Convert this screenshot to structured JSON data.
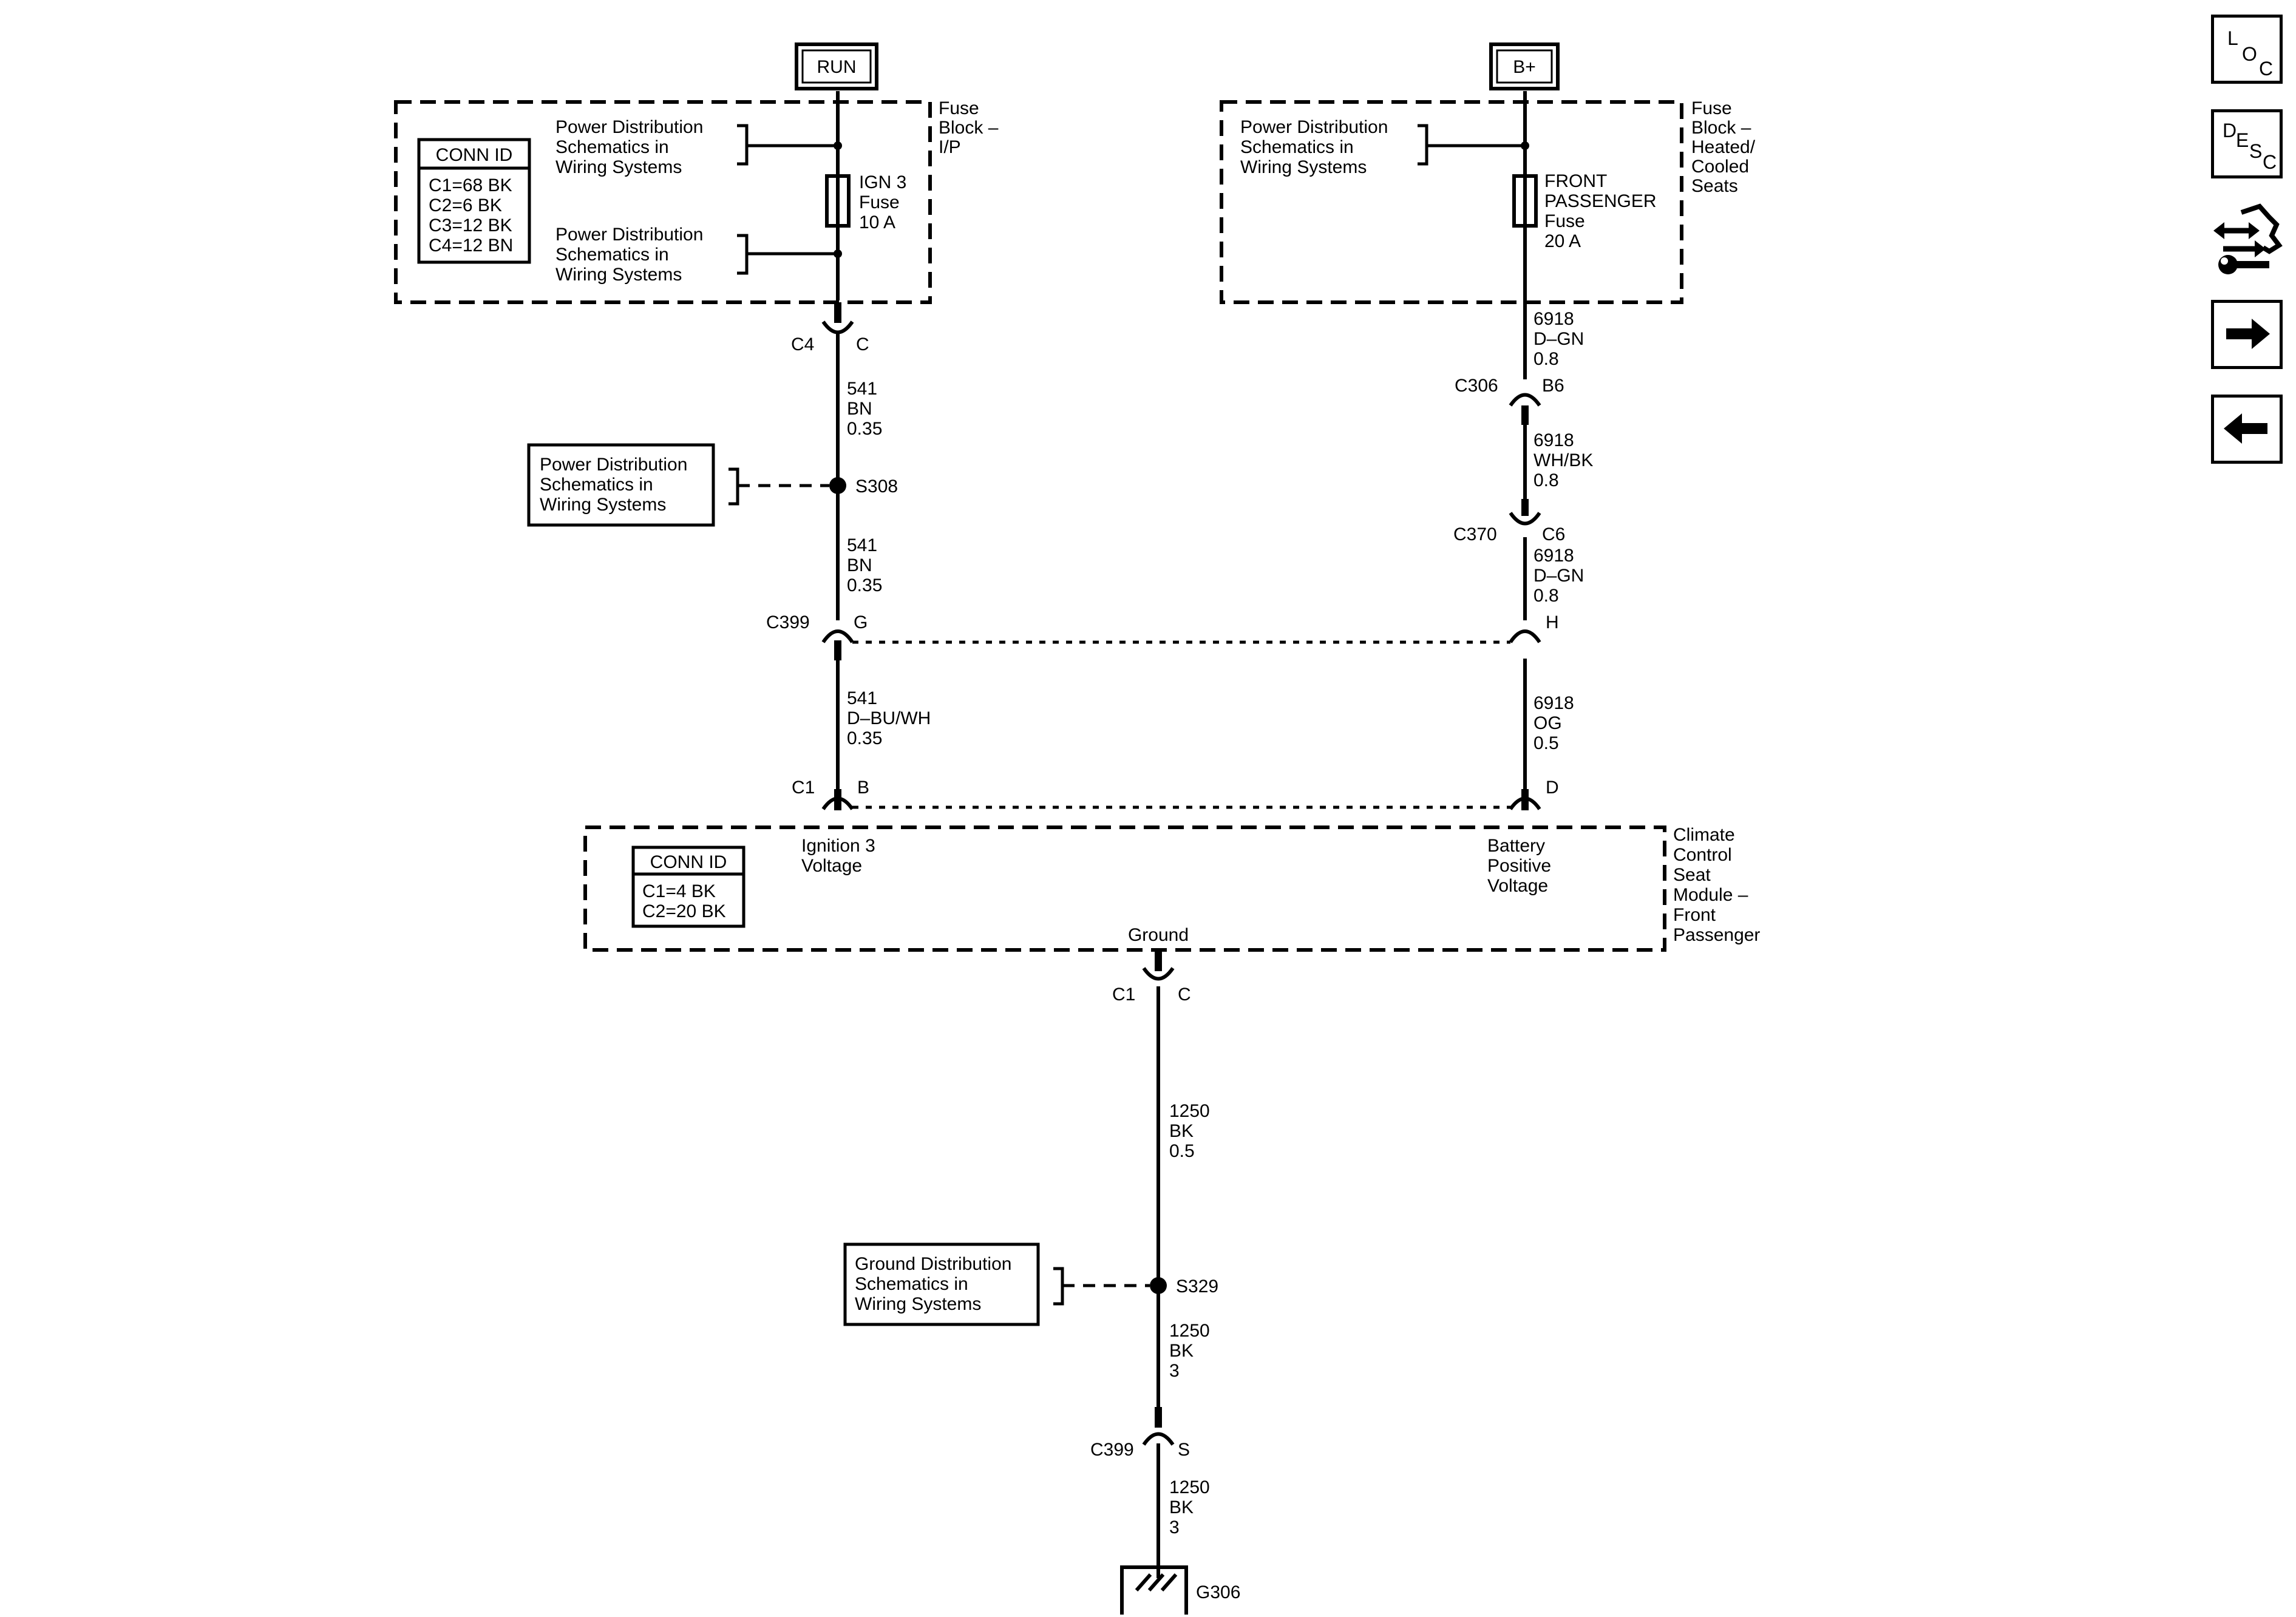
{
  "sources": {
    "run": "RUN",
    "bplus": "B+"
  },
  "fuse_block_ip": {
    "label": [
      "Fuse",
      "Block –",
      "I/P"
    ],
    "ref_top": [
      "Power Distribution",
      "Schematics in",
      "Wiring Systems"
    ],
    "ref_bottom": [
      "Power Distribution",
      "Schematics in",
      "Wiring Systems"
    ],
    "fuse": [
      "IGN 3",
      "Fuse",
      "10 A"
    ],
    "conn_id_title": "CONN ID",
    "conn_id": [
      "C1=68 BK",
      "C2=6 BK",
      "C3=12 BK",
      "C4=12 BN"
    ]
  },
  "fuse_block_hcs": {
    "label": [
      "Fuse",
      "Block –",
      "Heated/",
      "Cooled",
      "Seats"
    ],
    "ref": [
      "Power Distribution",
      "Schematics in",
      "Wiring Systems"
    ],
    "fuse": [
      "FRONT",
      "PASSENGER",
      "Fuse",
      "20 A"
    ]
  },
  "left_circuit": {
    "conn_c4": "C4",
    "pin_c4": "C",
    "wire1": [
      "541",
      "BN",
      "0.35"
    ],
    "splice": "S308",
    "splice_ref": [
      "Power Distribution",
      "Schematics in",
      "Wiring Systems"
    ],
    "wire2": [
      "541",
      "BN",
      "0.35"
    ],
    "conn_c399": "C399",
    "pin_g": "G",
    "wire3": [
      "541",
      "D–BU/WH",
      "0.35"
    ],
    "conn_c1": "C1",
    "pin_b": "B"
  },
  "right_circuit": {
    "wire1": [
      "6918",
      "D–GN",
      "0.8"
    ],
    "conn_c306": "C306",
    "pin_b6": "B6",
    "wire2": [
      "6918",
      "WH/BK",
      "0.8"
    ],
    "conn_c370": "C370",
    "pin_c6": "C6",
    "wire3": [
      "6918",
      "D–GN",
      "0.8"
    ],
    "pin_h": "H",
    "wire4": [
      "6918",
      "OG",
      "0.5"
    ],
    "pin_d": "D"
  },
  "module": {
    "label": [
      "Climate",
      "Control",
      "Seat",
      "Module –",
      "Front",
      "Passenger"
    ],
    "conn_id_title": "CONN ID",
    "conn_id": [
      "C1=4 BK",
      "C2=20 BK"
    ],
    "ign_label": [
      "Ignition 3",
      "Voltage"
    ],
    "batt_label": [
      "Battery",
      "Positive",
      "Voltage"
    ],
    "ground_label": "Ground"
  },
  "ground_circuit": {
    "conn_c1": "C1",
    "pin_c": "C",
    "wire1": [
      "1250",
      "BK",
      "0.5"
    ],
    "splice": "S329",
    "splice_ref": [
      "Ground Distribution",
      "Schematics in",
      "Wiring Systems"
    ],
    "wire2": [
      "1250",
      "BK",
      "3"
    ],
    "conn_c399": "C399",
    "pin_s": "S",
    "wire3": [
      "1250",
      "BK",
      "3"
    ],
    "ground": "G306"
  },
  "nav": {
    "loc": [
      "L",
      "O",
      "C"
    ],
    "desc": [
      "D",
      "E",
      "S",
      "C"
    ],
    "icons": [
      "loc-icon",
      "desc-icon",
      "diagnostic-tool-icon",
      "arrow-right-icon",
      "arrow-left-icon"
    ]
  },
  "colors": {
    "ink": "#000000",
    "background": "#ffffff"
  }
}
